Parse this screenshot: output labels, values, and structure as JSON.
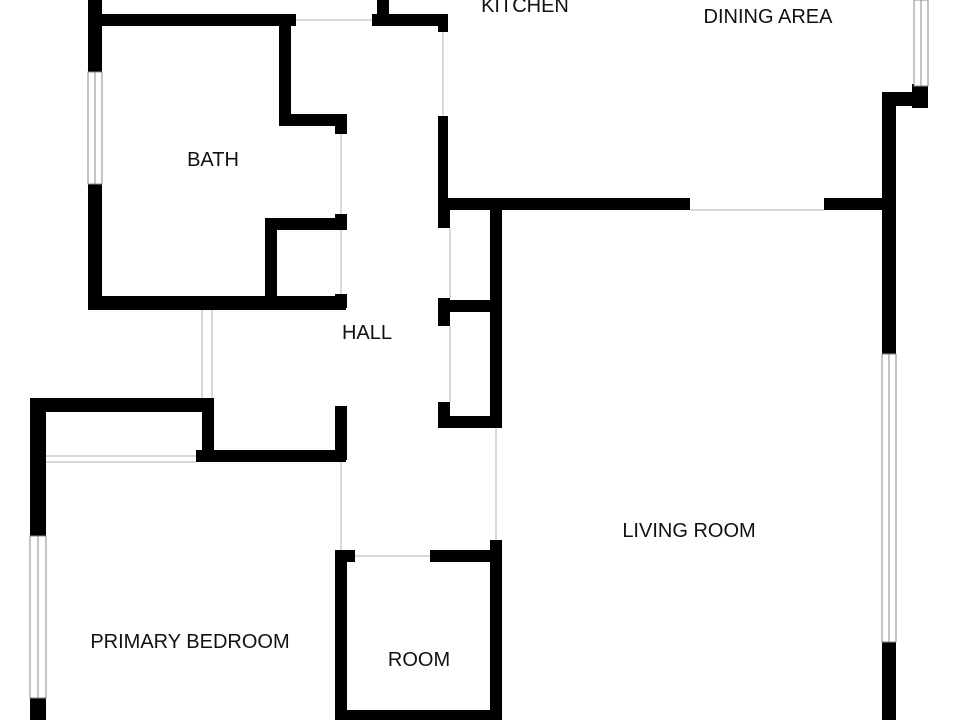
{
  "colors": {
    "background": "#ffffff",
    "wall": "#000000",
    "window": "#ffffff",
    "window_line": "#8a8a8a",
    "opening": "#d9d9d9",
    "label": "#111111"
  },
  "rooms": {
    "kitchen": "KITCHEN",
    "dining_area": "DINING AREA",
    "bath": "BATH",
    "hall": "HALL",
    "living_room": "LIVING ROOM",
    "primary_bedroom": "PRIMARY BEDROOM",
    "room": "ROOM"
  }
}
